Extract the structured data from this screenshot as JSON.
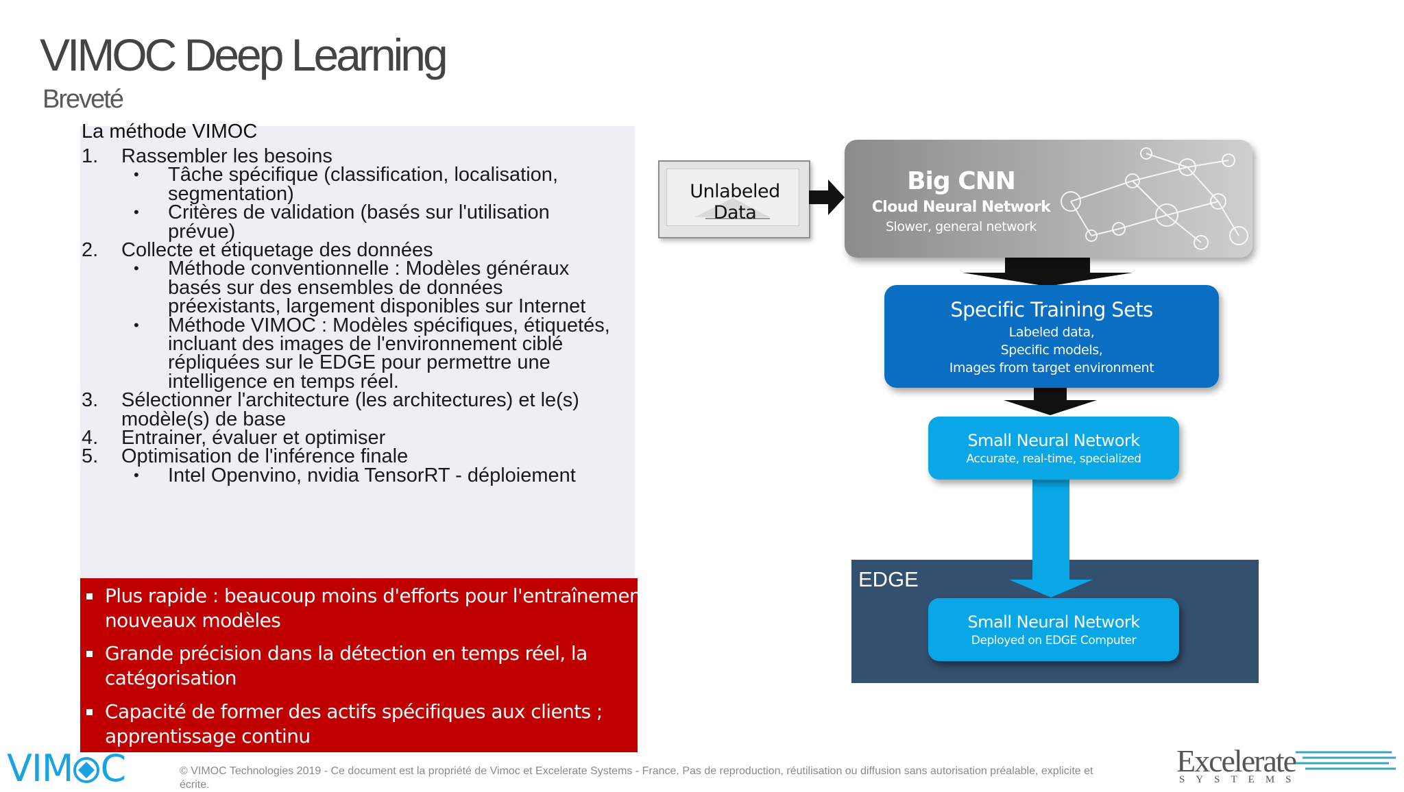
{
  "slide": {
    "title": "VIMOC Deep Learning",
    "subtitle": "Breveté"
  },
  "method": {
    "heading": "La méthode VIMOC",
    "lines": [
      {
        "num": "1.",
        "text": "Rassembler les besoins"
      },
      {
        "bullet": "•",
        "text": "Tâche spécifique (classification, localisation,"
      },
      {
        "text": "segmentation)"
      },
      {
        "bullet": "•",
        "text": "Critères de validation (basés sur l'utilisation"
      },
      {
        "text": "prévue)"
      },
      {
        "num": "2.",
        "text": "Collecte et étiquetage des données"
      },
      {
        "bullet": "•",
        "text": "Méthode conventionnelle : Modèles généraux"
      },
      {
        "text": "basés sur des ensembles de données"
      },
      {
        "text": "préexistants, largement disponibles sur Internet"
      },
      {
        "bullet": "•",
        "text": "Méthode VIMOC : Modèles spécifiques, étiquetés,"
      },
      {
        "text": "incluant des images de l'environnement ciblé"
      },
      {
        "text": "répliquées sur le EDGE pour permettre une"
      },
      {
        "text": "intelligence en temps réel."
      },
      {
        "num": "3.",
        "text": "Sélectionner l'architecture (les architectures) et le(s)"
      },
      {
        "text": "modèle(s) de base"
      },
      {
        "num": "4.",
        "text": "Entrainer, évaluer et optimiser"
      },
      {
        "num": "5.",
        "text": "Optimisation de l'inférence finale"
      },
      {
        "bullet": "•",
        "text": "Intel Openvino, nvidia TensorRT - déploiement"
      }
    ]
  },
  "benefits": {
    "lines": [
      {
        "bullet": true,
        "text": "Plus rapide : beaucoup moins d'efforts pour l'entraînement de"
      },
      {
        "text": "nouveaux modèles"
      },
      {
        "bullet": true,
        "text": "Grande précision dans la détection en temps réel, la"
      },
      {
        "text": "catégorisation"
      },
      {
        "bullet": true,
        "text": "Capacité de former des actifs spécifiques aux clients ;"
      },
      {
        "text": "apprentissage continu"
      }
    ]
  },
  "diagram": {
    "unlabeled": "Unlabeled Data",
    "big_cnn": {
      "title": "Big CNN",
      "subtitle": "Cloud Neural Network",
      "desc": "Slower, general network"
    },
    "training": {
      "title": "Specific Training Sets",
      "lines": [
        "Labeled data,",
        "Specific models,",
        "Images from target environment"
      ]
    },
    "small": {
      "title": "Small Neural Network",
      "desc": "Accurate, real-time, specialized"
    },
    "edge_label": "EDGE",
    "deployed": {
      "title": "Small Neural Network",
      "desc": "Deployed on EDGE Computer"
    },
    "colors": {
      "training": "#0a6ec2",
      "small": "#0aa7e6",
      "edge_bg": "#34506f",
      "benefits_bg": "#c00000"
    }
  },
  "footer": {
    "copyright_1": "© VIMOC Technologies 2019 - Ce document est la propriété de Vimoc et Excelerate Systems - France. Pas de reproduction, réutilisation ou diffusion sans autorisation préalable, explicite et",
    "copyright_2": "écrite."
  },
  "logos": {
    "vimoc_a": "VIM",
    "vimoc_b": "C",
    "excelerate": "Excelerate",
    "excelerate_sub": "SYSTEMS"
  }
}
